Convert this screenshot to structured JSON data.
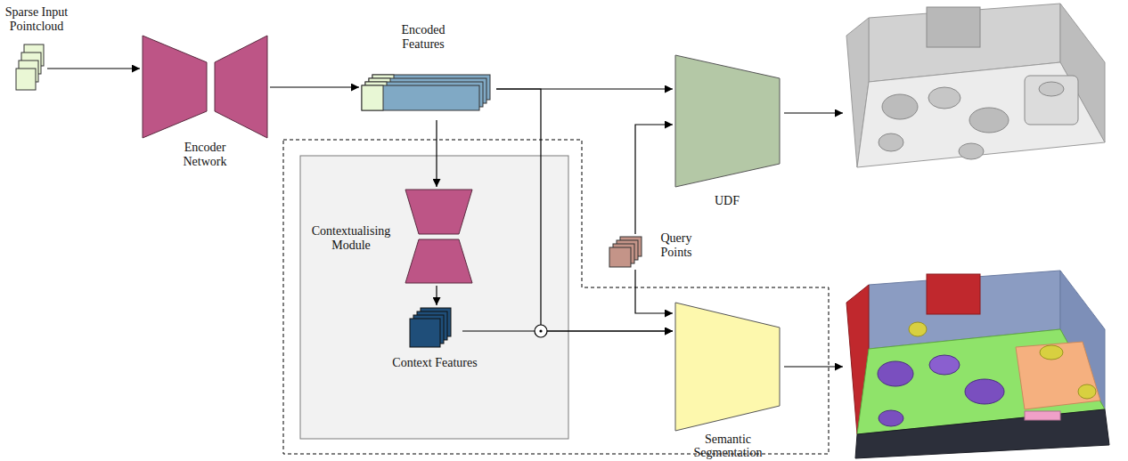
{
  "diagram": {
    "nodes": [
      {
        "text": [
          "Sparse Input Pointcloud"
        ]
      },
      {
        "text": [
          "Encoder Network"
        ]
      },
      {
        "text": [
          "Encoded Features"
        ]
      },
      {
        "text": [
          "Contextualising Module"
        ]
      },
      {
        "text": [
          "Context Features"
        ]
      },
      {
        "text": [
          "Query Points"
        ]
      },
      {
        "text": [
          "UDF"
        ]
      },
      {
        "text": [
          "Semantic Segmentation"
        ]
      }
    ],
    "edges": [
      {
        "from": 0,
        "to": 1,
        "arrow": "to"
      },
      {
        "from": 1,
        "to": 2,
        "arrow": "to"
      },
      {
        "from": 2,
        "to": 6,
        "arrow": "to"
      },
      {
        "from": 5,
        "to": 6,
        "arrow": "to"
      },
      {
        "from": 5,
        "to": 7,
        "arrow": "to"
      },
      {
        "from": 2,
        "to": 3,
        "arrow": "to"
      },
      {
        "from": 3,
        "to": 4,
        "arrow": "to"
      },
      {
        "from": 2,
        "to": 7,
        "arrow": "to"
      },
      {
        "from": 4,
        "to": 7,
        "arrow": "to"
      }
    ]
  }
}
